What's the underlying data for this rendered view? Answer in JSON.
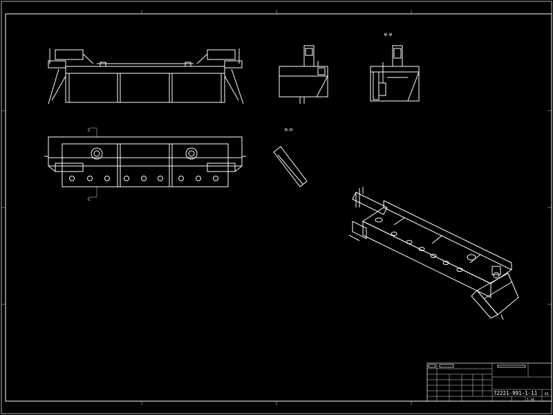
{
  "drawing": {
    "views": {
      "section_a_label": "W-W",
      "section_b_label": "M-M",
      "section_marker_top": "C",
      "section_marker_bottom": "C"
    },
    "title_block": {
      "drawing_number": "72221-991-1-11",
      "sheet": "A1",
      "scale_note": "1:10"
    }
  },
  "colors": {
    "background": "#000000",
    "line": "#ffffff"
  }
}
